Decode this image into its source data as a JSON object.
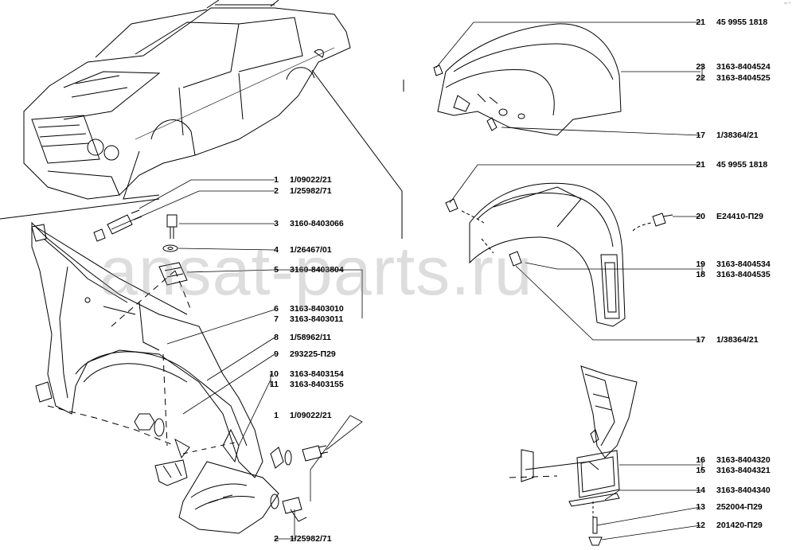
{
  "watermark": "ansat-parts.ru",
  "corner_mark": "ᵃᵖ ⁱⁱⁱⁱ",
  "colors": {
    "ink": "#000000",
    "watermark": "#9a9a9a",
    "background": "#ffffff"
  },
  "callouts": [
    {
      "id": "c1a",
      "num": "1",
      "part": "1/09022/21"
    },
    {
      "id": "c2a",
      "num": "2",
      "part": "1/25982/71"
    },
    {
      "id": "c3",
      "num": "3",
      "part": "3160-8403066"
    },
    {
      "id": "c4",
      "num": "4",
      "part": "1/26467/01"
    },
    {
      "id": "c5",
      "num": "5",
      "part": "3160-8403804"
    },
    {
      "id": "c6",
      "num": "6",
      "part": "3163-8403010"
    },
    {
      "id": "c7",
      "num": "7",
      "part": "3163-8403011"
    },
    {
      "id": "c8",
      "num": "8",
      "part": "1/58962/11"
    },
    {
      "id": "c9",
      "num": "9",
      "part": "293225-П29"
    },
    {
      "id": "c10",
      "num": "10",
      "part": "3163-8403154"
    },
    {
      "id": "c11",
      "num": "11",
      "part": "3163-8403155"
    },
    {
      "id": "c1b",
      "num": "1",
      "part": "1/09022/21"
    },
    {
      "id": "c2b",
      "num": "2",
      "part": "1/25982/71"
    },
    {
      "id": "c21a",
      "num": "21",
      "part": "45 9955 1818"
    },
    {
      "id": "c23",
      "num": "23",
      "part": "3163-8404524"
    },
    {
      "id": "c22",
      "num": "22",
      "part": "3163-8404525"
    },
    {
      "id": "c17a",
      "num": "17",
      "part": "1/38364/21"
    },
    {
      "id": "c21b",
      "num": "21",
      "part": "45 9955 1818"
    },
    {
      "id": "c20",
      "num": "20",
      "part": "E24410-П29"
    },
    {
      "id": "c19",
      "num": "19",
      "part": "3163-8404534"
    },
    {
      "id": "c18",
      "num": "18",
      "part": "3163-8404535"
    },
    {
      "id": "c17b",
      "num": "17",
      "part": "1/38364/21"
    },
    {
      "id": "c16",
      "num": "16",
      "part": "3163-8404320"
    },
    {
      "id": "c15",
      "num": "15",
      "part": "3163-8404321"
    },
    {
      "id": "c14",
      "num": "14",
      "part": "3163-8404340"
    },
    {
      "id": "c13",
      "num": "13",
      "part": "252004-П29"
    },
    {
      "id": "c12",
      "num": "12",
      "part": "201420-П29"
    }
  ]
}
